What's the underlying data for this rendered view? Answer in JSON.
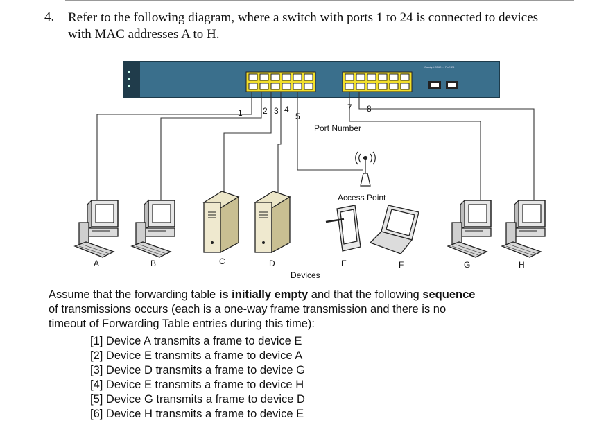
{
  "question": {
    "number": "4.",
    "line1": "Refer to the following diagram, where a switch with ports 1 to 24 is connected to devices",
    "line2": "with MAC addresses A to H."
  },
  "diagram": {
    "switch_label": "Catalyst 3560 ... PoE-24",
    "port_labels": [
      "1",
      "2",
      "3",
      "4",
      "5",
      "7",
      "8"
    ],
    "port_number_caption": "Port Number",
    "access_point_caption": "Access Point",
    "devices_caption": "Devices",
    "device_labels": [
      "A",
      "B",
      "C",
      "D",
      "E",
      "F",
      "G",
      "H"
    ],
    "colors": {
      "switch_body": "#3a6f8c",
      "port_block": "#f2df2a",
      "cable": "#333333"
    }
  },
  "assumption": {
    "t1": "Assume that the forwarding table ",
    "b1": "is initially empty",
    "t2": " and that the following ",
    "b2": "sequence",
    "t3": "of transmissions occurs (each is a one-way frame transmission and there is no",
    "t4": "timeout of Forwarding Table entries during this time):"
  },
  "sequence": [
    "[1]  Device A transmits a frame to device E",
    "[2]  Device E transmits a frame to device A",
    "[3]  Device D transmits a frame to device G",
    "[4]  Device E transmits a frame to device H",
    "[5]  Device G transmits a frame to device D",
    "[6]  Device H transmits a frame to device E"
  ]
}
